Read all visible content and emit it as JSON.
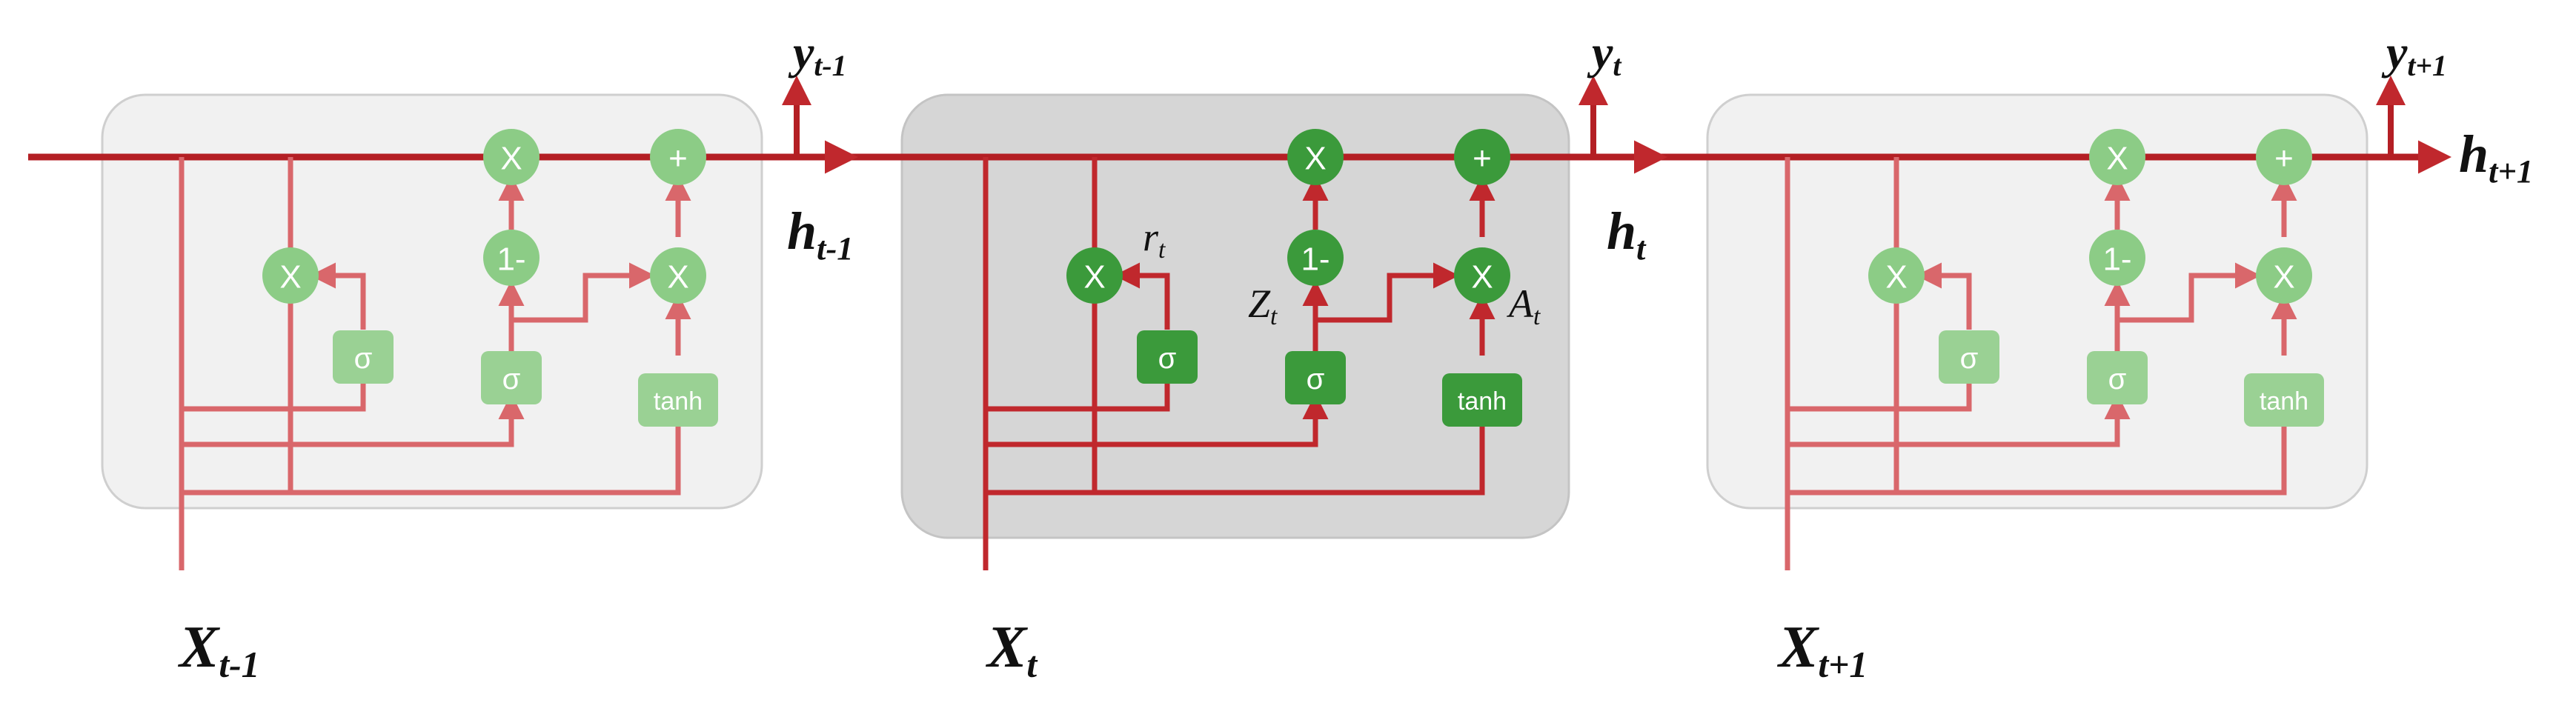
{
  "colors": {
    "line": "#c0282d",
    "line_faded": "#d9676b",
    "node": "#3b9a3b",
    "node_faded": "#8ccc86",
    "gate": "#3b9a3b",
    "gate_faded": "#9ad194",
    "cell_bg": "#d6d6d6",
    "cell_bg_faded": "#f1f1f1",
    "cell_border": "#c8c8c8"
  },
  "cells": [
    {
      "id": "prev",
      "faded": true,
      "input": {
        "base": "X",
        "sub": "t-1"
      },
      "output": {
        "base": "y",
        "sub": "t-1"
      },
      "hidden": {
        "base": "h",
        "sub": "t-1"
      },
      "ops": {
        "multiply": "X",
        "add": "+",
        "one_minus": "1-"
      },
      "gates": {
        "sigma": "σ",
        "tanh": "tanh"
      }
    },
    {
      "id": "current",
      "faded": false,
      "input": {
        "base": "X",
        "sub": "t"
      },
      "output": {
        "base": "y",
        "sub": "t"
      },
      "hidden": {
        "base": "h",
        "sub": "t"
      },
      "ops": {
        "multiply": "X",
        "add": "+",
        "one_minus": "1-"
      },
      "gates": {
        "sigma": "σ",
        "tanh": "tanh"
      },
      "gate_labels": {
        "reset": {
          "base": "r",
          "sub": "t"
        },
        "update": {
          "base": "Z",
          "sub": "t"
        },
        "candidate": {
          "base": "A",
          "sub": "t"
        }
      }
    },
    {
      "id": "next",
      "faded": true,
      "input": {
        "base": "X",
        "sub": "t+1"
      },
      "output": {
        "base": "y",
        "sub": "t+1"
      },
      "hidden": {
        "base": "h",
        "sub": "t+1"
      },
      "ops": {
        "multiply": "X",
        "add": "+",
        "one_minus": "1-"
      },
      "gates": {
        "sigma": "σ",
        "tanh": "tanh"
      }
    }
  ]
}
